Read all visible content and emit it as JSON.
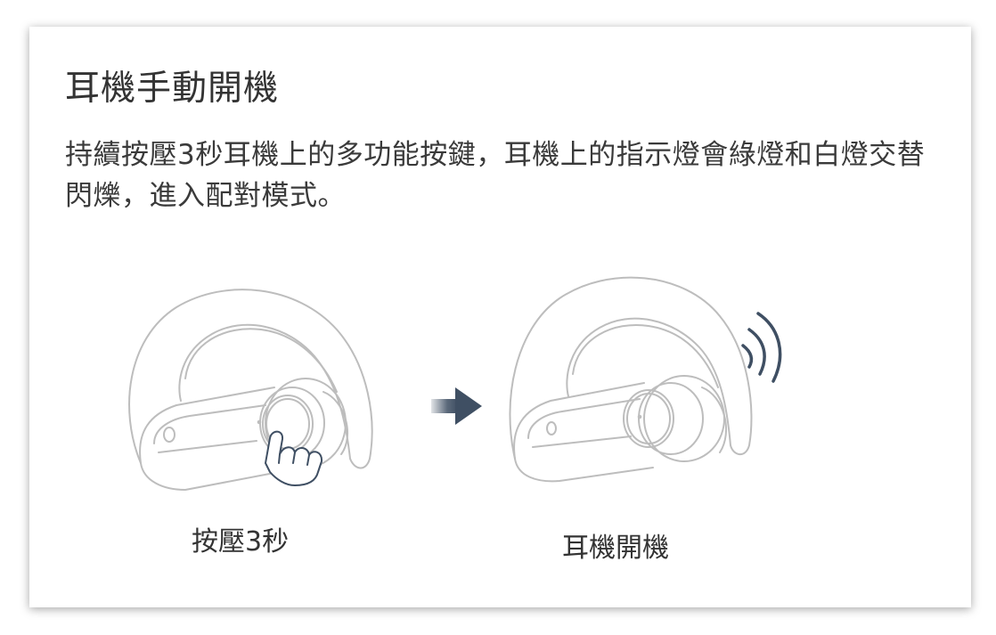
{
  "title": "耳機手動開機",
  "description": "持續按壓3秒耳機上的多功能按鍵，耳機上的指示燈會綠燈和白燈交替閃爍，進入配對模式。",
  "steps": [
    {
      "caption": "按壓3秒",
      "illustration": "earbud-press-button"
    },
    {
      "caption": "耳機開機",
      "illustration": "earbud-powered-on"
    }
  ],
  "icons": [
    "hand-press-icon",
    "arrow-right-icon",
    "signal-waves-icon"
  ],
  "colors": {
    "text": "#333333",
    "line_art": "#bdbdbd",
    "arrow": "#3f4f63",
    "waves": "#3f4f63"
  }
}
